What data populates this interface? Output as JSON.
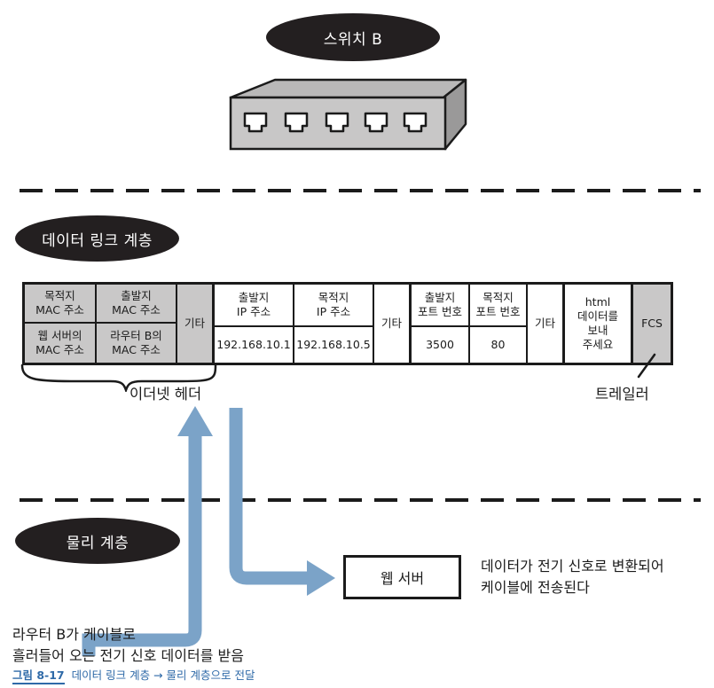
{
  "switch_label": "스위치 B",
  "data_link_label": "데이터 링크 계층",
  "physical_label": "물리 계층",
  "frame": {
    "eth_dst_header": "목적지\nMAC 주소",
    "eth_src_header": "출발지\nMAC 주소",
    "eth_dst_value": "웹 서버의\nMAC 주소",
    "eth_src_value": "라우터 B의\nMAC 주소",
    "eth_etc": "기타",
    "ip_src_header": "출발지\nIP 주소",
    "ip_dst_header": "목적지\nIP 주소",
    "ip_src_value": "192.168.10.1",
    "ip_dst_value": "192.168.10.5",
    "ip_etc": "기타",
    "port_src_header": "출발지\n포트 번호",
    "port_dst_header": "목적지\n포트 번호",
    "port_src_value": "3500",
    "port_dst_value": "80",
    "port_etc": "기타",
    "payload": "html\n데이터를\n보내\n주세요",
    "fcs": "FCS"
  },
  "ethernet_header_label": "이더넷 헤더",
  "trailer_label": "트레일러",
  "web_server_label": "웹 서버",
  "web_server_note": "데이터가 전기 신호로 변환되어\n케이블에 전송된다",
  "router_note": "라우터 B가 케이블로\n흘러들어 오는 전기 신호 데이터를 받음",
  "caption": {
    "figure_no": "그림 8-17",
    "text": "데이터 링크 계층 → 물리 계층으로 전달"
  },
  "colors": {
    "pill": "#231f20",
    "gray_cell": "#c9c8c8",
    "arrow": "#7ba3c8",
    "caption": "#2f6aa8"
  }
}
